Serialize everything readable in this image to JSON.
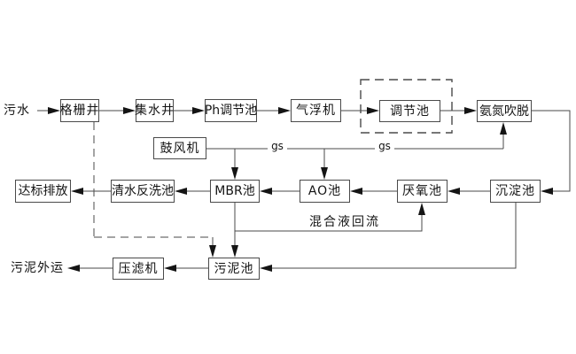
{
  "diagram": {
    "description": "Wastewater treatment process flow diagram",
    "nodes": {
      "wastewater_inlet": {
        "label": "污水"
      },
      "bar_screen_well": {
        "label": "格栅井"
      },
      "collection_well": {
        "label": "集水井"
      },
      "ph_adjust_tank": {
        "label": "Ph调节池"
      },
      "air_flotation": {
        "label": "气浮机"
      },
      "regulating_tank": {
        "label": "调节池"
      },
      "ammonia_stripping": {
        "label": "氨氮吹脱"
      },
      "blower": {
        "label": "鼓风机"
      },
      "discharge": {
        "label": "达标排放"
      },
      "backwash_tank": {
        "label": "清水反洗池"
      },
      "mbr_tank": {
        "label": "MBR池"
      },
      "ao_tank": {
        "label": "AO池"
      },
      "anaerobic_tank": {
        "label": "厌氧池"
      },
      "sedimentation_tank": {
        "label": "沉淀池"
      },
      "sludge_disposal": {
        "label": "污泥外运"
      },
      "filter_press": {
        "label": "压滤机"
      },
      "sludge_tank": {
        "label": "污泥池"
      }
    },
    "edge_labels": {
      "gas_supply_1": "gs",
      "gas_supply_2": "gs",
      "mixed_liquor_return": "混合液回流"
    },
    "colors": {
      "line": "#4a4a4a",
      "text": "#141414",
      "background": "#ffffff"
    }
  }
}
